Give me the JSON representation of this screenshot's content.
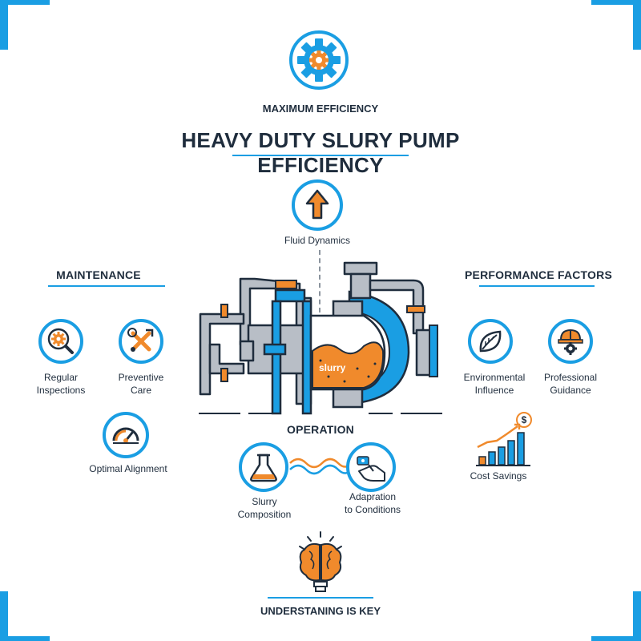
{
  "header": {
    "badge": "MAXIMUM EFFICIENCY",
    "title": "HEAVY DUTY SLURY PUMP EFFICIENCY"
  },
  "top": {
    "fluid_dynamics": "Fluid Dynamics"
  },
  "maintenance": {
    "title": "MAINTENANCE",
    "items": [
      {
        "label": "Regular\nInspections",
        "icon": "magnifier-gear-icon"
      },
      {
        "label": "Preventive\nCare",
        "icon": "wrench-screwdriver-icon"
      },
      {
        "label": "Optimal Alignment",
        "icon": "gauge-icon"
      }
    ]
  },
  "performance": {
    "title": "PERFORMANCE FACTORS",
    "items": [
      {
        "label": "Environmental\nInfluence",
        "icon": "leaf-icon"
      },
      {
        "label": "Professional\nGuidance",
        "icon": "hard-hat-gear-icon"
      },
      {
        "label": "Cost Savings",
        "icon": "bar-chart-dollar-icon"
      }
    ]
  },
  "pump": {
    "slurry_label": "slurry"
  },
  "operation": {
    "title": "OPERATION",
    "items": [
      {
        "label": "Slurry\nComposition",
        "icon": "flask-icon"
      },
      {
        "label": "Adapration\nto Conditions",
        "icon": "hand-control-icon"
      }
    ]
  },
  "footer": {
    "title": "UNDERSTANING IS KEY"
  },
  "colors": {
    "accent": "#1a9ee3",
    "orange": "#f08a2c",
    "dark": "#1f2d3d",
    "gray": "#b8bec6"
  }
}
